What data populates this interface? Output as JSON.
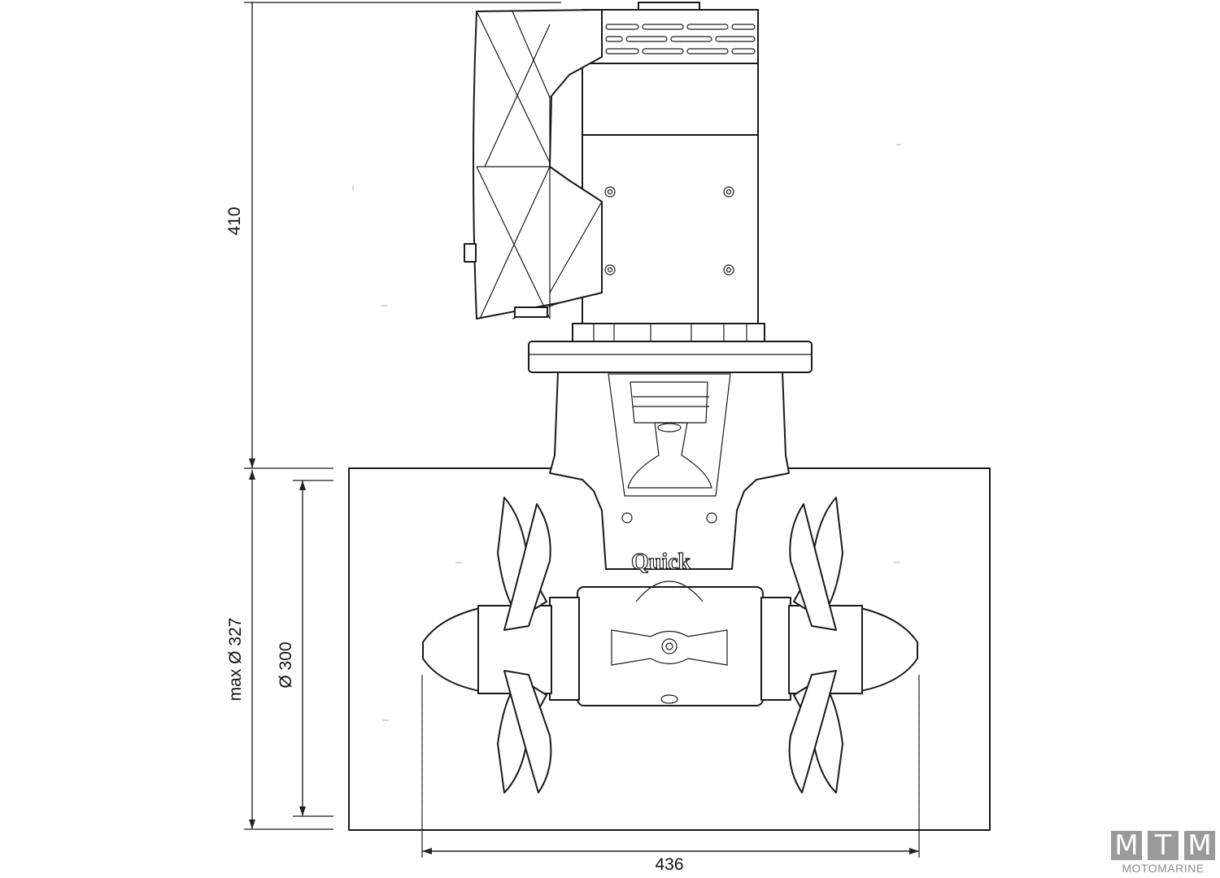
{
  "dimensions": {
    "height": "410",
    "max_diameter": "max Ø 327",
    "diameter": "Ø 300",
    "width": "436"
  },
  "brand_label": "Quick",
  "watermark": {
    "letters": [
      "M",
      "T",
      "M"
    ],
    "subtitle": "MOTOMARINE"
  }
}
